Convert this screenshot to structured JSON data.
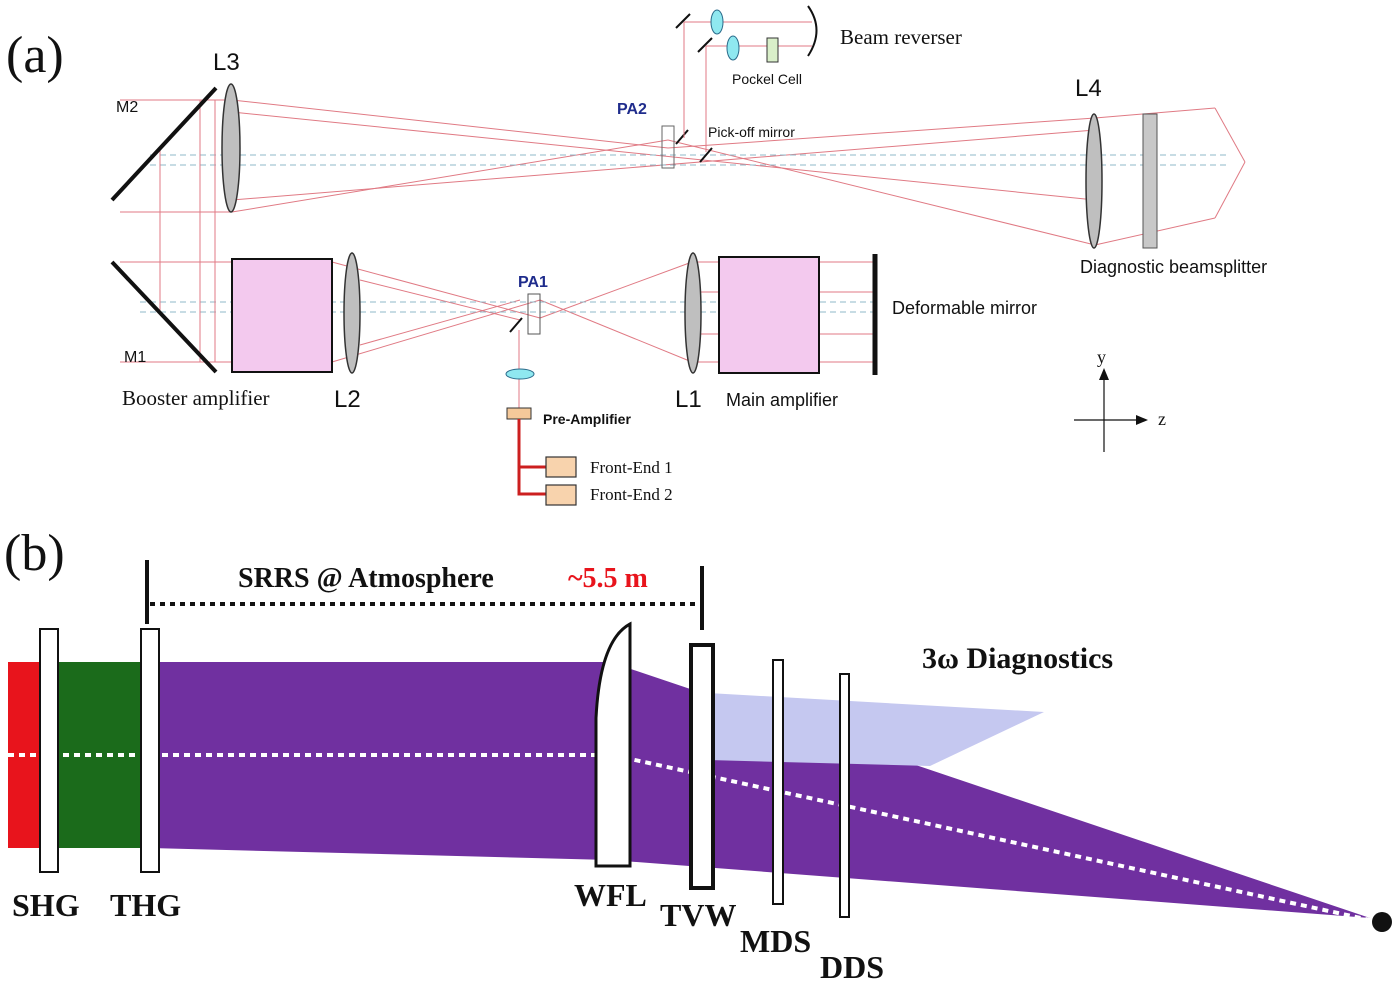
{
  "panel_a": {
    "label": "(a)",
    "components": {
      "m1": "M1",
      "m2": "M2",
      "l1": "L1",
      "l2": "L2",
      "l3": "L3",
      "l4": "L4",
      "pa1": "PA1",
      "pa2": "PA2",
      "booster_amplifier": "Booster amplifier",
      "main_amplifier": "Main amplifier",
      "deformable_mirror": "Deformable mirror",
      "pre_amplifier": "Pre-Amplifier",
      "front_end_1": "Front-End 1",
      "front_end_2": "Front-End 2",
      "pickoff_mirror": "Pick-off mirror",
      "pockel_cell": "Pockel Cell",
      "beam_reverser": "Beam reverser",
      "diagnostic_beamsplitter": "Diagnostic beamsplitter"
    },
    "axes": {
      "y": "y",
      "z": "z"
    }
  },
  "panel_b": {
    "label": "(b)",
    "srrs_label": "SRRS @ Atmosphere",
    "distance": "~5.5 m",
    "diagnostics_label": "3ω Diagnostics",
    "components": {
      "shg": "SHG",
      "thg": "THG",
      "wfl": "WFL",
      "tvw": "TVW",
      "mds": "MDS",
      "dds": "DDS"
    },
    "colors": {
      "fundamental": "#e8141c",
      "second_harmonic": "#1b6b1b",
      "third_harmonic": "#7030a0",
      "diagnostic_beam": "#c5c8f0",
      "distance_accent": "#e8141c"
    }
  }
}
